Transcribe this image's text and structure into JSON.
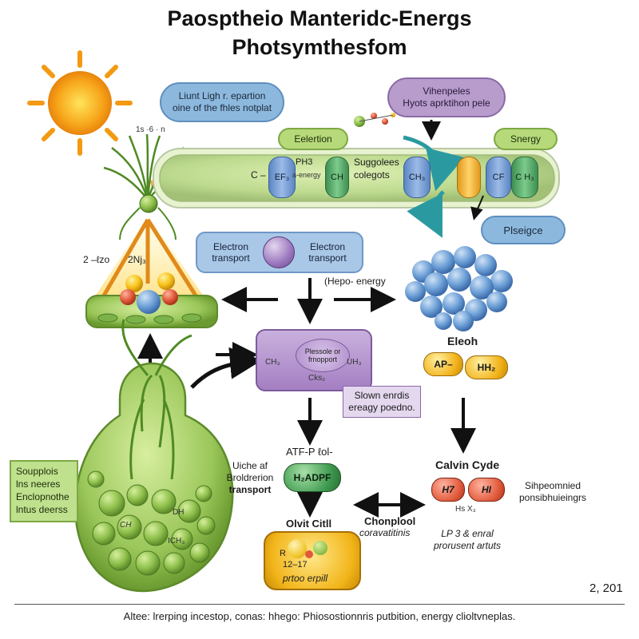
{
  "title_line1": "Paosptheio Manteridc-Energs",
  "title_line2": "Photsymthesfom",
  "bubbles": {
    "light_lines": [
      "Liunt Ligh r. epartion",
      "oine of the fhles notplat"
    ],
    "purple_lines": [
      "Vihenpeles",
      "Hyots aprktihon pele"
    ],
    "plseigce": "Plseigce"
  },
  "chain": {
    "eelertion": "Eelertion",
    "energy": "Snergy",
    "ph3": "PH3",
    "ef": "EF₃",
    "energ_small": "a-energy",
    "c_left": "C –",
    "ch_mid": "CH",
    "suggolees_1": "Suggolees",
    "suggolees_2": "colegots",
    "ch3_a": "CH₃",
    "cf": "CF",
    "ch3_b": "C H₃"
  },
  "left_plant": {
    "top_label": "1s ·6 · n",
    "tag_2u": "2 –ℓzo",
    "tag_2n": "2Nj₃"
  },
  "electron_box": {
    "left": "Electron transport",
    "right": "Electron transport"
  },
  "hepo_energy": "(Hepo- energy",
  "center_box": {
    "top": "Plessole or frnopport",
    "ch": "CH₃",
    "uh": "UH₃",
    "cks": "Cks₂"
  },
  "slow_box": "Slown enrdis ereagy poedno.",
  "eleoh": "Eleoh",
  "ap_hh": {
    "ap": "AP–",
    "hh": "HH₂"
  },
  "atf_label": "ATF-P ℓol-",
  "hadpf": "H₂ADPF",
  "left_mid_text": {
    "l1": "Uiche af",
    "l2": "Broldrerion",
    "l3": "transport"
  },
  "calvin": {
    "title": "Calvin Cyde",
    "h1": "H7",
    "h2": "HI",
    "sub": "Hs X₃"
  },
  "right_side_text": {
    "l1": "Sihpeomnied",
    "l2": "ponsibhuieingrs"
  },
  "chonplool": {
    "title": "Chonplool",
    "sub": "coravatitinis"
  },
  "lp_text": {
    "l1": "LP 3 & enral",
    "l2": "prorusent artuts"
  },
  "olvit": {
    "title": "Olvit Citll",
    "r": "R",
    "inner": "12–17",
    "bottom": "prtoo erpill"
  },
  "legend": {
    "l1": "Soupplois",
    "l2": "lns neeres",
    "l3": "Enclopnothe",
    "l4": "lntus deerss"
  },
  "vessel": {
    "dh": "DH",
    "ch": "CH",
    "ich3": "ICH₃"
  },
  "year": "2, 201",
  "footer": "Altee: lrerping incestop, conas: hhego: Phiosostionnris putbition, energy clioltvneplas.",
  "colors": {
    "green": "#94c052",
    "blue": "#6f98c6",
    "purple": "#a47fc2",
    "orange": "#e09a1c",
    "red": "#e15a3c",
    "sun": "#f7a51a"
  },
  "icons": [
    "sun-icon",
    "arrow-icon",
    "molecule-icon",
    "atom-icon",
    "plant-icon"
  ]
}
